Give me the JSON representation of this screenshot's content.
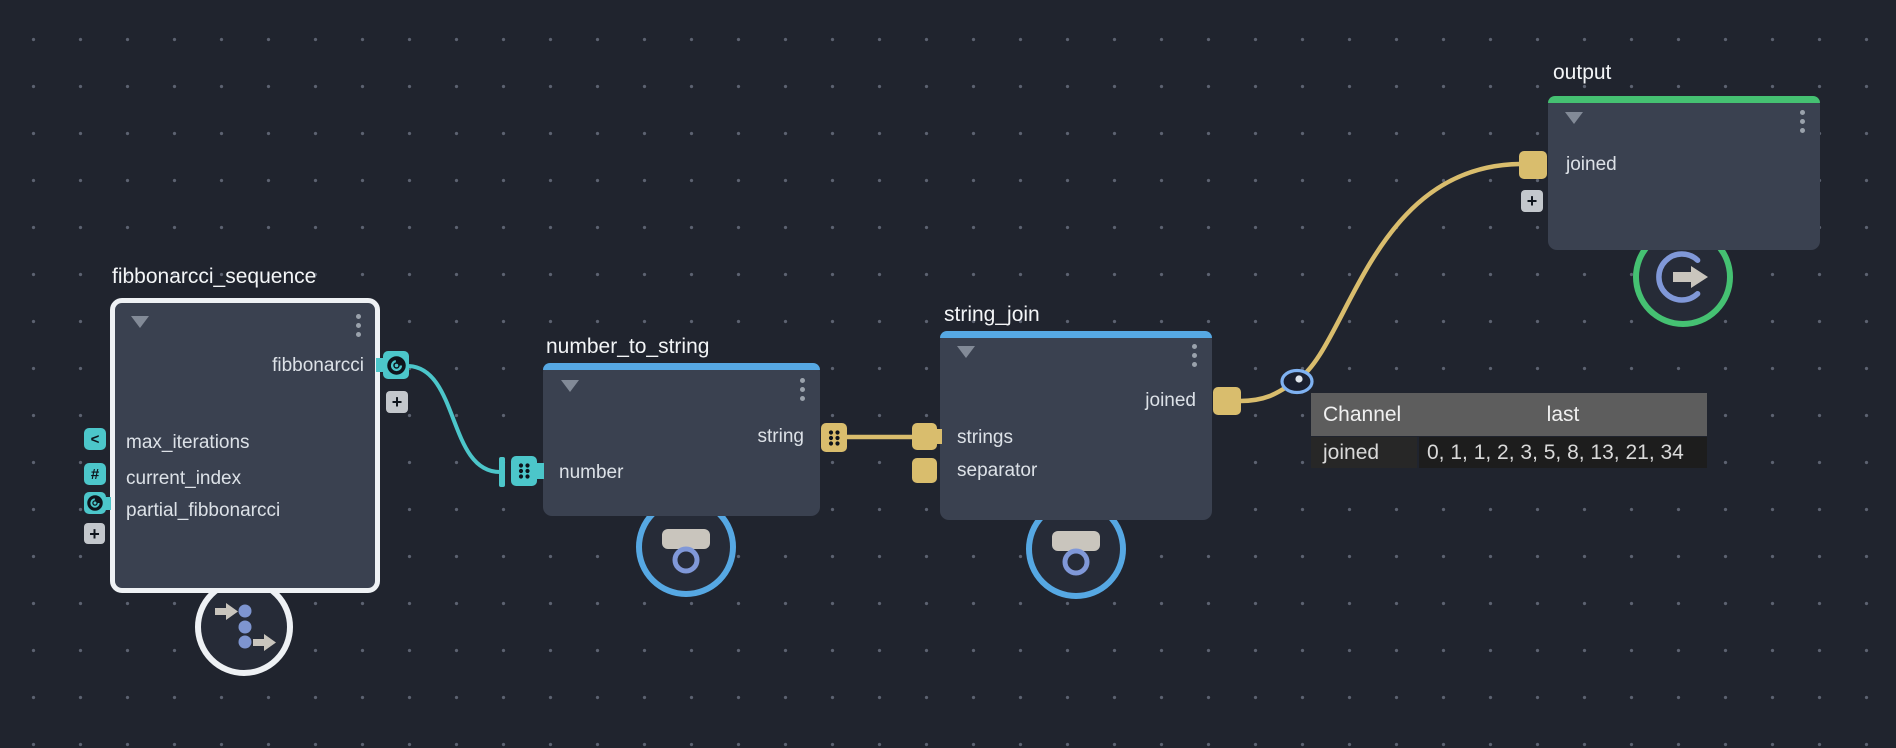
{
  "nodes": {
    "fib": {
      "title": "fibbonarcci_sequence",
      "output": "fibbonarcci",
      "inputs": [
        "max_iterations",
        "current_index",
        "partial_fibbonarcci"
      ]
    },
    "nts": {
      "title": "number_to_string",
      "output": "string",
      "input": "number"
    },
    "sj": {
      "title": "string_join",
      "output": "joined",
      "inputs": [
        "strings",
        "separator"
      ]
    },
    "out": {
      "title": "output",
      "input": "joined"
    }
  },
  "icons": {
    "plus": "+",
    "chevron_left": "<",
    "hash": "#"
  },
  "probe_table": {
    "col_channel": "Channel",
    "col_last": "last",
    "row_channel": "joined",
    "row_last": "0, 1, 1, 2, 3, 5, 8, 13, 21, 34"
  },
  "colors": {
    "background": "#20242e",
    "node_body": "#3a4150",
    "accent_blue": "#56a8e3",
    "accent_green": "#45c172",
    "selected_border": "#eef1f4",
    "port_teal": "#4cc6ca",
    "port_yellow": "#d9bd6d",
    "wire_teal": "#4cc6ca",
    "wire_yellow": "#d9bd6d"
  }
}
